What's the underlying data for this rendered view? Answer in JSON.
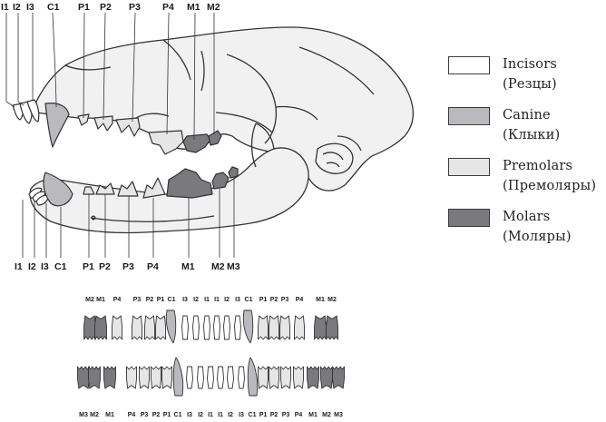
{
  "skull_labels": {
    "upper": [
      "I1",
      "I2",
      "I3",
      "C1",
      "P1",
      "P2",
      "P3",
      "P4",
      "M1",
      "M2"
    ],
    "lower": [
      "I1",
      "I2",
      "I3",
      "C1",
      "P1",
      "P2",
      "P3",
      "P4",
      "M1",
      "M2",
      "M3"
    ]
  },
  "legend": [
    {
      "en": "Incisors",
      "ru": "(Резцы)",
      "color": "#ffffff"
    },
    {
      "en": "Canine",
      "ru": "(Клыки)",
      "color": "#b9b9be"
    },
    {
      "en": "Premolars",
      "ru": "(Премоляры)",
      "color": "#e6e6e6"
    },
    {
      "en": "Molars",
      "ru": "(Моляры)",
      "color": "#7a7a7e"
    }
  ],
  "dental_chart": {
    "upper_labels": [
      "M2",
      "M1",
      "P4",
      "P3",
      "P2",
      "P1",
      "C1",
      "I3",
      "I2",
      "I1",
      "I1",
      "I2",
      "I3",
      "C1",
      "P1",
      "P2",
      "P3",
      "P4",
      "M1",
      "M2"
    ],
    "lower_labels": [
      "M3",
      "M2",
      "M1",
      "P4",
      "P3",
      "P2",
      "P1",
      "C1",
      "I3",
      "I2",
      "I1",
      "I1",
      "I2",
      "I3",
      "C1",
      "P1",
      "P2",
      "P3",
      "P4",
      "M1",
      "M2",
      "M3"
    ]
  },
  "colors": {
    "incisor": "#ffffff",
    "canine": "#b9b9be",
    "premolar": "#e6e6e6",
    "molar": "#7a7a7e",
    "bone": "#f1f1f1",
    "outline": "#333333"
  }
}
